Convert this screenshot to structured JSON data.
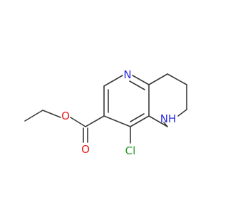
{
  "structure": {
    "atoms": {
      "ring_n": {
        "text": "N",
        "color": "#2a2ae0"
      },
      "amine_nh": {
        "text": "NH",
        "color": "#2a2ae0"
      },
      "carbonyl_o": {
        "text": "O",
        "color": "#e0201b"
      },
      "ester_o": {
        "text": "O",
        "color": "#e0201b"
      },
      "chlorine": {
        "text": "Cl",
        "color": "#2a9a2a"
      }
    },
    "bond_color": "#3a3a3a"
  }
}
